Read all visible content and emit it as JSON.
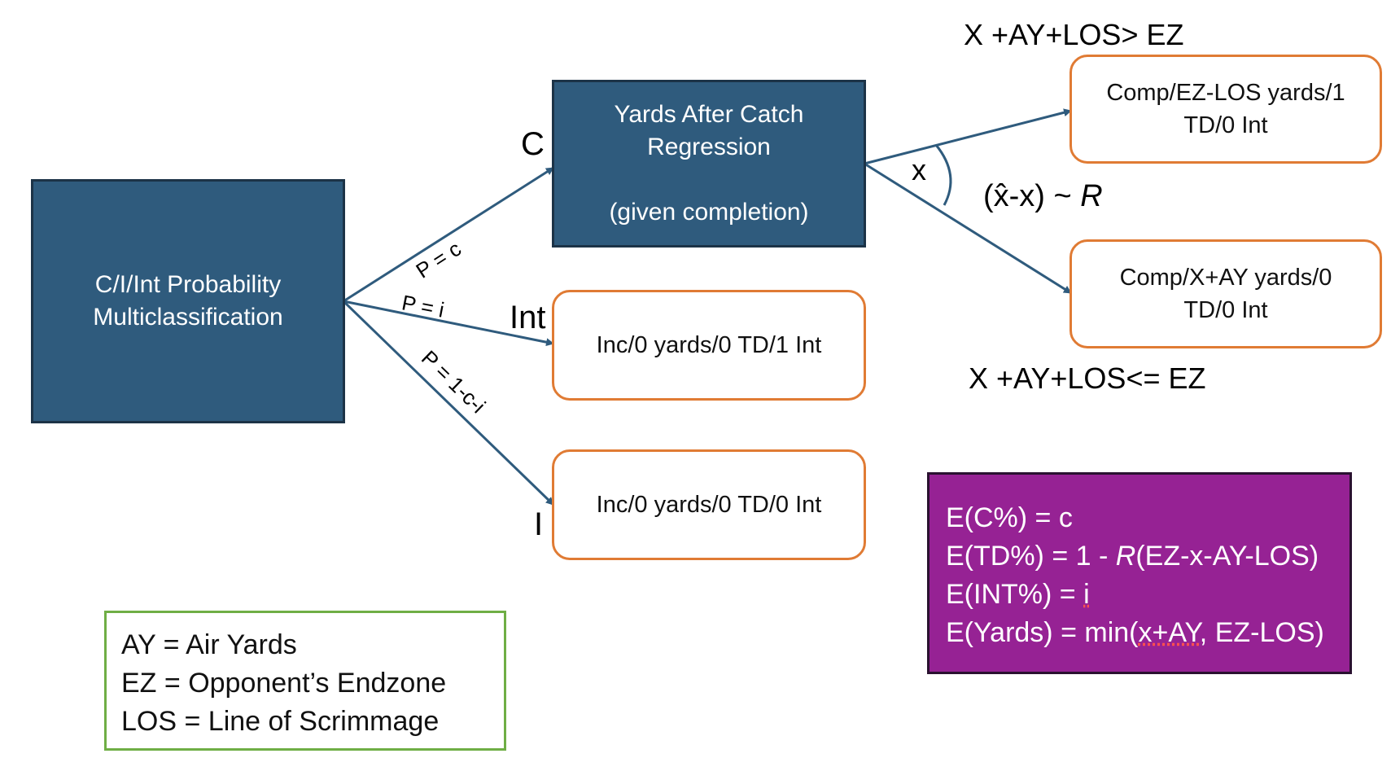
{
  "boxes": {
    "ci_int": {
      "line1": "C/I/Int Probability",
      "line2": "Multiclassification"
    },
    "yac": {
      "line1": "Yards After Catch",
      "line2": "Regression",
      "line3": "(given completion)"
    },
    "inc_int": {
      "text": "Inc/0 yards/0 TD/1 Int"
    },
    "inc": {
      "text": "Inc/0 yards/0 TD/0 Int"
    },
    "comp_ez": {
      "line1": "Comp/EZ-LOS yards/1",
      "line2": "TD/0 Int"
    },
    "comp_x": {
      "line1": "Comp/X+AY yards/0",
      "line2": "TD/0 Int"
    }
  },
  "labels": {
    "c": "C",
    "int": "Int",
    "i": "I",
    "p_c": "P = c",
    "p_i": "P = i",
    "p_rest": "P = 1-c-i",
    "x": "x",
    "dist_left": "(x̂-x) ~ ",
    "dist_r": "R",
    "cond_top": "X +AY+LOS> EZ",
    "cond_bottom": "X +AY+LOS<= EZ"
  },
  "legend": {
    "line1": "AY = Air Yards",
    "line2": "EZ = Opponent’s Endzone",
    "line3": "LOS = Line of Scrimmage"
  },
  "formulas": {
    "line1": "E(C%) = c",
    "line2_a": "E(TD%) = 1 - ",
    "line2_r": "R",
    "line2_b": "(EZ-x-AY-LOS)",
    "line3_a": "E(INT%) = ",
    "line3_i": "i",
    "line4_a": "E(Yards) = min(",
    "line4_x": "x+AY",
    "line4_b": ", EZ-LOS)"
  },
  "colors": {
    "box_blue": "#2f5b7d",
    "box_orange_border": "#e07b34",
    "legend_border": "#6fae45",
    "formula_bg": "#962294",
    "arrow": "#2f5b7d"
  }
}
